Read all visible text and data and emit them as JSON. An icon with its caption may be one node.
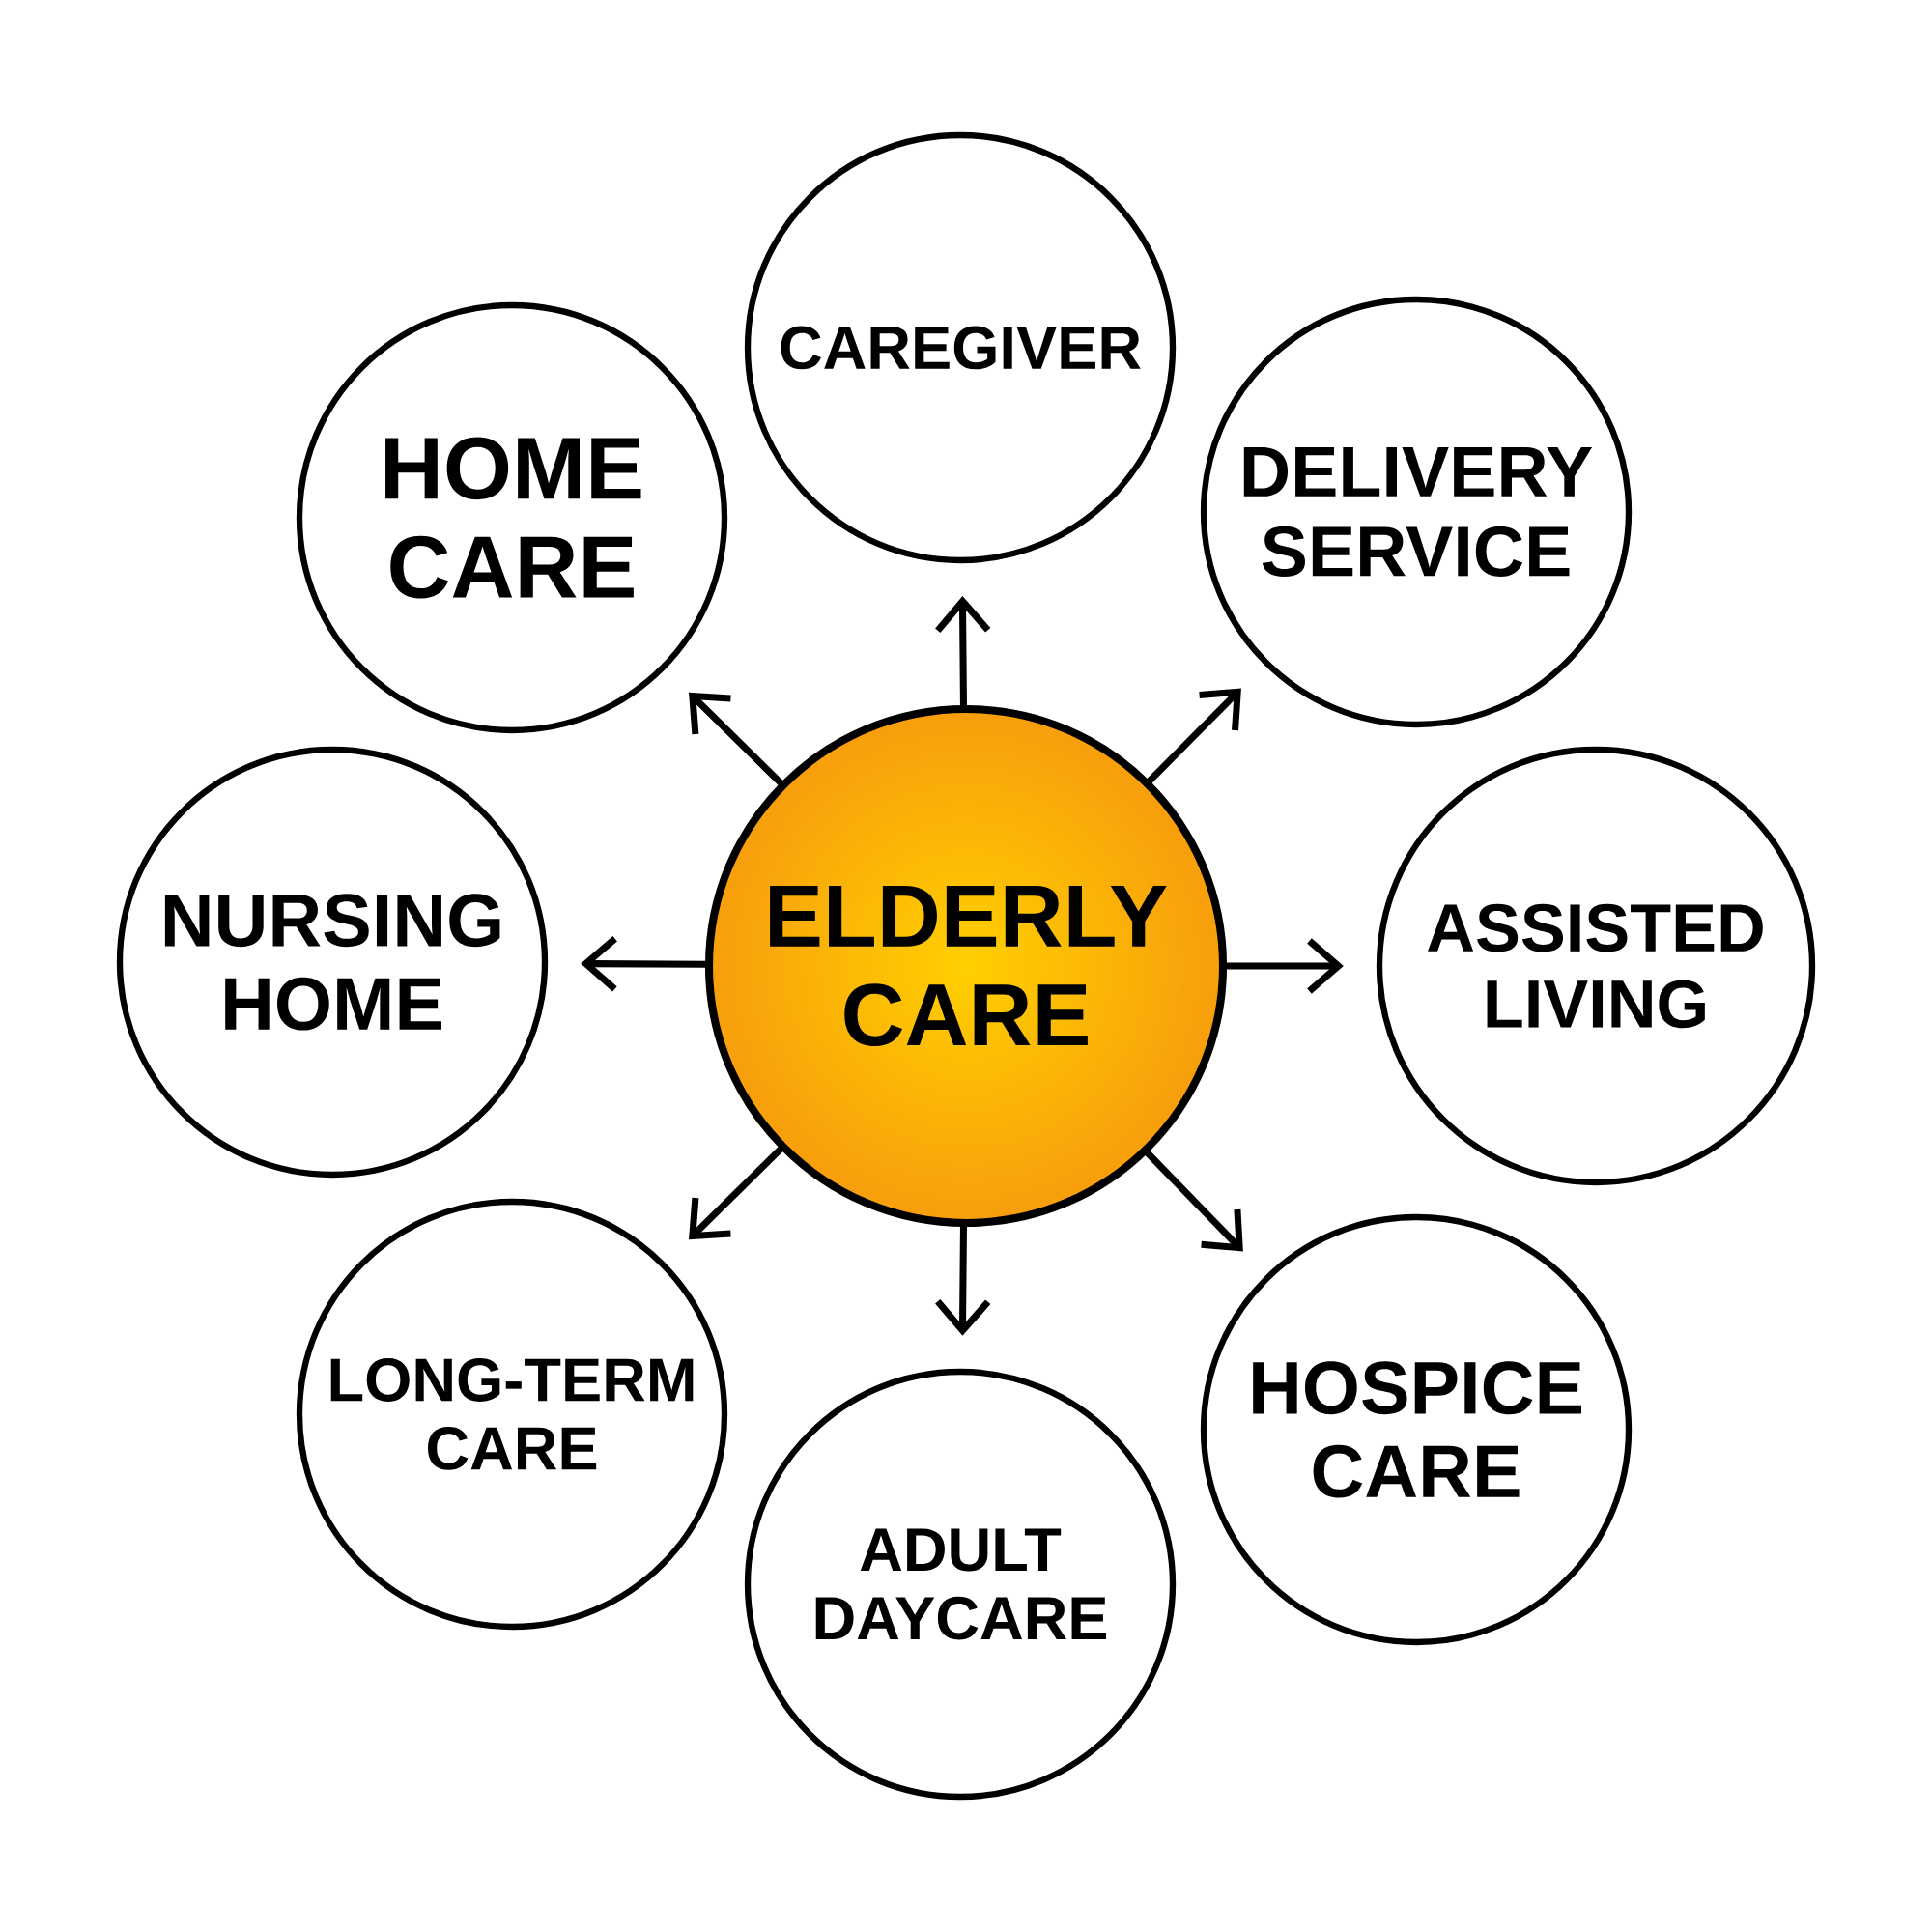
{
  "diagram": {
    "nodes": [
      {
        "text": [
          "ELDERLY CARE"
        ]
      },
      {
        "text": [
          "CAREGIVER"
        ]
      },
      {
        "text": [
          "DELIVERY SERVICE"
        ]
      },
      {
        "text": [
          "ASSISTED LIVING"
        ]
      },
      {
        "text": [
          "HOSPICE CARE"
        ]
      },
      {
        "text": [
          "ADULT DAYCARE"
        ]
      },
      {
        "text": [
          "LONG-TERM CARE"
        ]
      },
      {
        "text": [
          "NURSING HOME"
        ]
      },
      {
        "text": [
          "HOME CARE"
        ]
      }
    ],
    "edges": [
      {
        "from": 0,
        "to": 1,
        "arrow": "to"
      },
      {
        "from": 0,
        "to": 2,
        "arrow": "to"
      },
      {
        "from": 0,
        "to": 3,
        "arrow": "to"
      },
      {
        "from": 0,
        "to": 4,
        "arrow": "to"
      },
      {
        "from": 0,
        "to": 5,
        "arrow": "to"
      },
      {
        "from": 0,
        "to": 6,
        "arrow": "to"
      },
      {
        "from": 0,
        "to": 7,
        "arrow": "to"
      },
      {
        "from": 0,
        "to": 8,
        "arrow": "to"
      }
    ]
  }
}
